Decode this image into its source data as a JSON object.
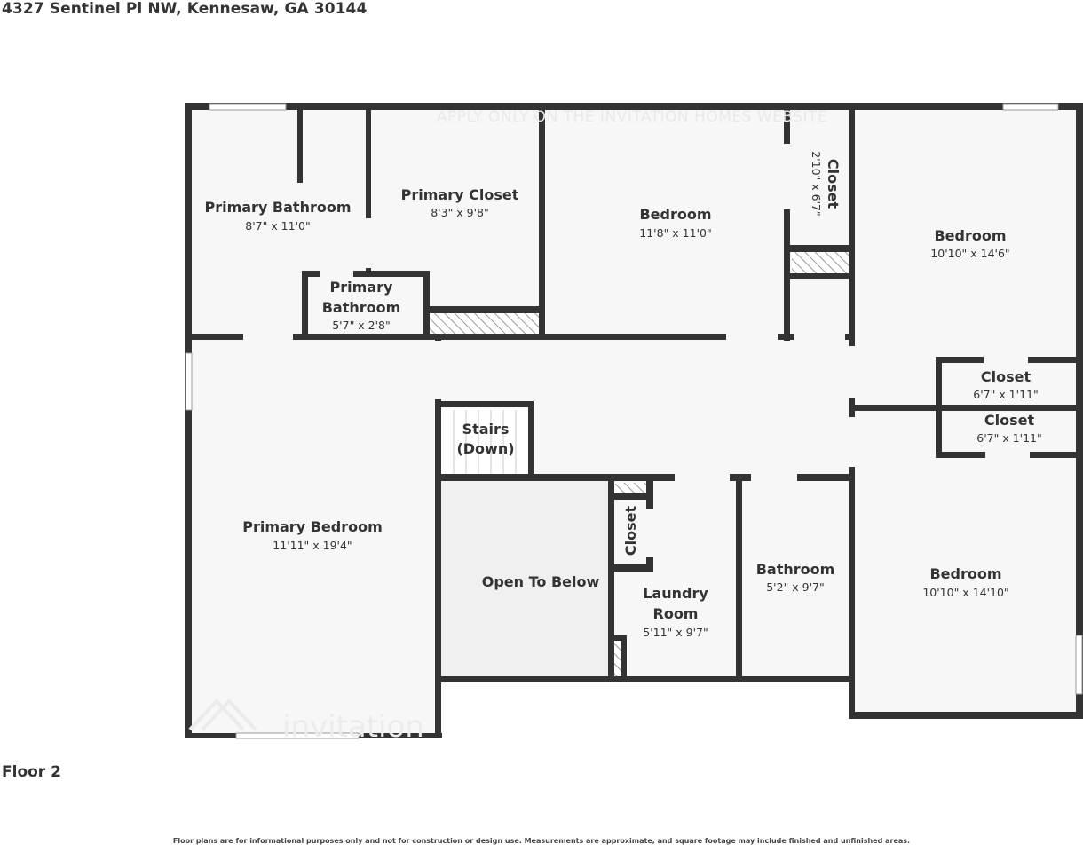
{
  "address": "4327 Sentinel Pl NW, Kennesaw, GA 30144",
  "floor_label": "Floor 2",
  "watermark": "APPLY ONLY ON THE INVITATION HOMES WEBSITE",
  "logo": "invitation",
  "disclaimer": "Floor plans are for informational purposes only and not for construction or design use. Measurements are approximate, and square footage may include finished and unfinished areas.",
  "colors": {
    "wall": "#333333",
    "floor": "#f7f7f7",
    "open_to_below": "#f0f0f0"
  },
  "rooms": {
    "primary_bathroom": {
      "name": "Primary Bathroom",
      "dims": "8'7\" x 11'0\""
    },
    "primary_closet": {
      "name": "Primary Closet",
      "dims": "8'3\" x 9'8\""
    },
    "bedroom_top": {
      "name": "Bedroom",
      "dims": "11'8\" x 11'0\""
    },
    "closet_vertical": {
      "name": "Closet",
      "dims": "2'10\" x 6'7\""
    },
    "bedroom_right_top": {
      "name": "Bedroom",
      "dims": "10'10\" x 14'6\""
    },
    "primary_bathroom_small": {
      "name1": "Primary",
      "name2": "Bathroom",
      "dims": "5'7\" x 2'8\""
    },
    "closet_right_1": {
      "name": "Closet",
      "dims": "6'7\" x 1'11\""
    },
    "closet_right_2": {
      "name": "Closet",
      "dims": "6'7\" x 1'11\""
    },
    "stairs": {
      "name1": "Stairs",
      "name2": "(Down)"
    },
    "primary_bedroom": {
      "name": "Primary Bedroom",
      "dims": "11'11\" x 19'4\""
    },
    "open_to_below": {
      "name": "Open To Below"
    },
    "closet_laundry": {
      "name": "Closet"
    },
    "laundry_room": {
      "name1": "Laundry",
      "name2": "Room",
      "dims": "5'11\" x 9'7\""
    },
    "bathroom": {
      "name": "Bathroom",
      "dims": "5'2\" x 9'7\""
    },
    "bedroom_right_bottom": {
      "name": "Bedroom",
      "dims": "10'10\" x 14'10\""
    }
  }
}
